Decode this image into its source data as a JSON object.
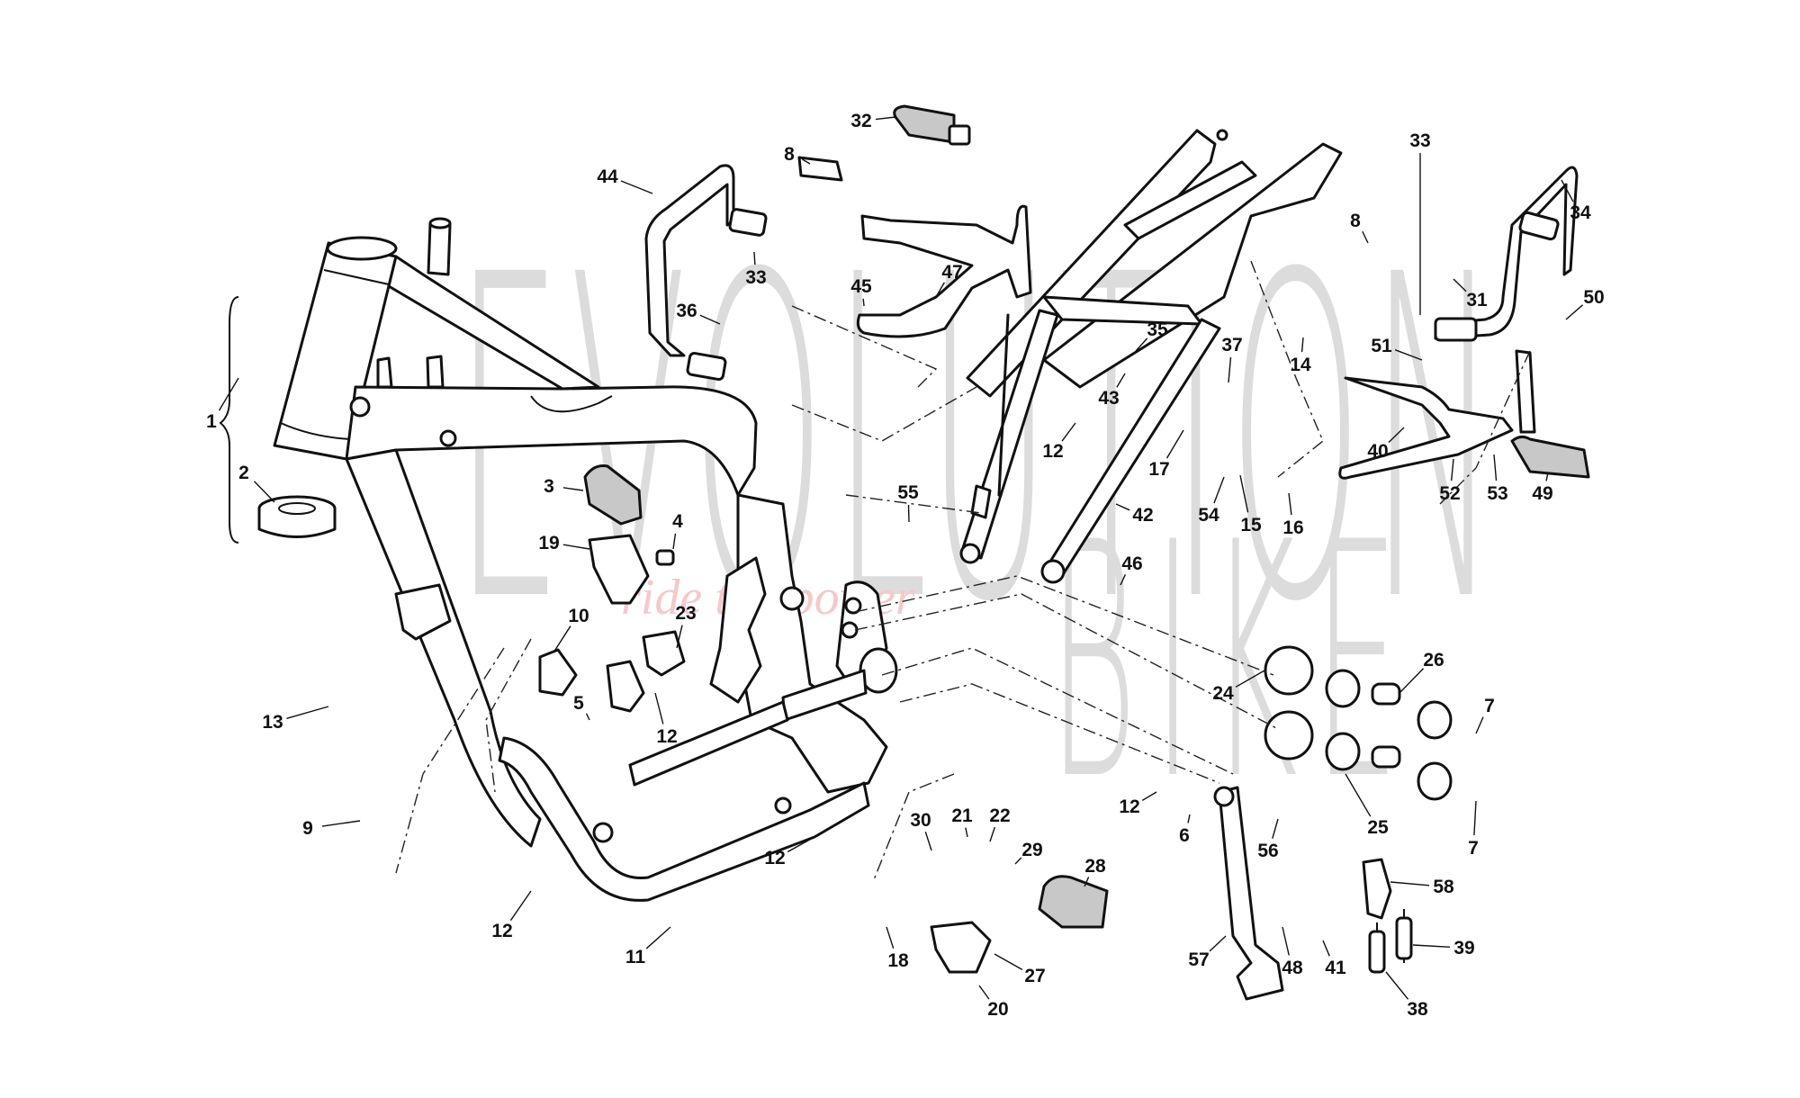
{
  "diagram": {
    "title": "Motorcycle frame exploded parts diagram",
    "watermark": {
      "brand_line1": "EVOLUTION",
      "brand_line2": "BIKE",
      "tagline": "ride the power",
      "brand_color": "#dcdcdc",
      "tagline_color": "#f6c9c9"
    },
    "callouts": [
      {
        "id": "c1",
        "label": "1"
      },
      {
        "id": "c2",
        "label": "2"
      },
      {
        "id": "c3",
        "label": "3"
      },
      {
        "id": "c4",
        "label": "4"
      },
      {
        "id": "c5",
        "label": "5"
      },
      {
        "id": "c6",
        "label": "6"
      },
      {
        "id": "c7a",
        "label": "7"
      },
      {
        "id": "c7b",
        "label": "7"
      },
      {
        "id": "c8a",
        "label": "8"
      },
      {
        "id": "c8b",
        "label": "8"
      },
      {
        "id": "c9",
        "label": "9"
      },
      {
        "id": "c10",
        "label": "10"
      },
      {
        "id": "c11",
        "label": "11"
      },
      {
        "id": "c12a",
        "label": "12"
      },
      {
        "id": "c12b",
        "label": "12"
      },
      {
        "id": "c12c",
        "label": "12"
      },
      {
        "id": "c12d",
        "label": "12"
      },
      {
        "id": "c12e",
        "label": "12"
      },
      {
        "id": "c13",
        "label": "13"
      },
      {
        "id": "c14",
        "label": "14"
      },
      {
        "id": "c15",
        "label": "15"
      },
      {
        "id": "c16",
        "label": "16"
      },
      {
        "id": "c17",
        "label": "17"
      },
      {
        "id": "c18",
        "label": "18"
      },
      {
        "id": "c19",
        "label": "19"
      },
      {
        "id": "c20",
        "label": "20"
      },
      {
        "id": "c21",
        "label": "21"
      },
      {
        "id": "c22",
        "label": "22"
      },
      {
        "id": "c23",
        "label": "23"
      },
      {
        "id": "c24",
        "label": "24"
      },
      {
        "id": "c25",
        "label": "25"
      },
      {
        "id": "c26",
        "label": "26"
      },
      {
        "id": "c27",
        "label": "27"
      },
      {
        "id": "c28",
        "label": "28"
      },
      {
        "id": "c29",
        "label": "29"
      },
      {
        "id": "c30",
        "label": "30"
      },
      {
        "id": "c31",
        "label": "31"
      },
      {
        "id": "c32",
        "label": "32"
      },
      {
        "id": "c33a",
        "label": "33"
      },
      {
        "id": "c33b",
        "label": "33"
      },
      {
        "id": "c34",
        "label": "34"
      },
      {
        "id": "c35",
        "label": "35"
      },
      {
        "id": "c36",
        "label": "36"
      },
      {
        "id": "c37",
        "label": "37"
      },
      {
        "id": "c38",
        "label": "38"
      },
      {
        "id": "c39",
        "label": "39"
      },
      {
        "id": "c40",
        "label": "40"
      },
      {
        "id": "c41",
        "label": "41"
      },
      {
        "id": "c42",
        "label": "42"
      },
      {
        "id": "c43",
        "label": "43"
      },
      {
        "id": "c44",
        "label": "44"
      },
      {
        "id": "c45",
        "label": "45"
      },
      {
        "id": "c46",
        "label": "46"
      },
      {
        "id": "c47",
        "label": "47"
      },
      {
        "id": "c48",
        "label": "48"
      },
      {
        "id": "c49",
        "label": "49"
      },
      {
        "id": "c50",
        "label": "50"
      },
      {
        "id": "c51",
        "label": "51"
      },
      {
        "id": "c52",
        "label": "52"
      },
      {
        "id": "c53",
        "label": "53"
      },
      {
        "id": "c54",
        "label": "54"
      },
      {
        "id": "c55",
        "label": "55"
      },
      {
        "id": "c56",
        "label": "56"
      },
      {
        "id": "c57",
        "label": "57"
      },
      {
        "id": "c58",
        "label": "58"
      }
    ]
  }
}
